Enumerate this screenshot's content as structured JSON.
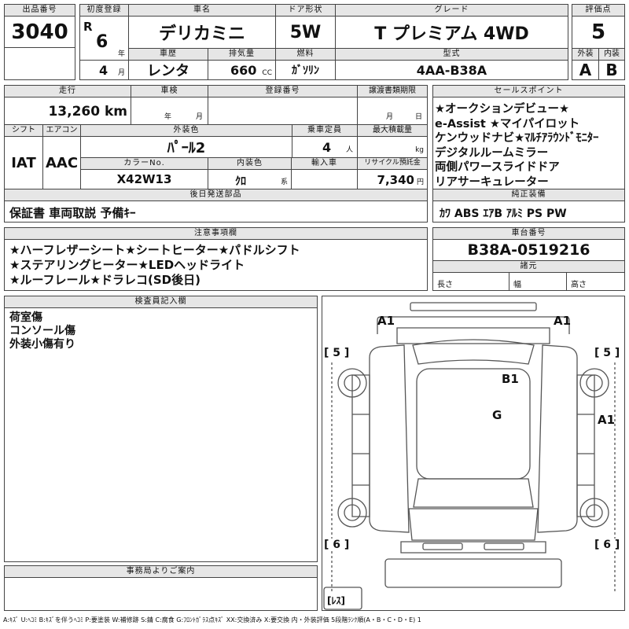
{
  "lot": {
    "label": "出品番号",
    "value": "3040"
  },
  "first_reg": {
    "label": "初度登録",
    "era": "R",
    "year": "6",
    "year_unit": "年",
    "month": "4",
    "month_unit": "月"
  },
  "car_name": {
    "label": "車名",
    "value": "デリカミニ"
  },
  "door": {
    "label": "ドア形状",
    "value": "5W"
  },
  "grade": {
    "label": "グレード",
    "value": "T プレミアム 4WD"
  },
  "score": {
    "label": "評価点",
    "value": "5"
  },
  "history": {
    "label": "車歴",
    "value": "レンタ"
  },
  "displacement": {
    "label": "排気量",
    "value": "660",
    "unit": "CC"
  },
  "fuel": {
    "label": "燃料",
    "value": "ｶﾞｿﾘﾝ"
  },
  "model": {
    "label": "型式",
    "value": "4AA-B38A"
  },
  "exterior_grade": {
    "label": "外装",
    "value": "A"
  },
  "interior_grade": {
    "label": "内装",
    "value": "B"
  },
  "mileage": {
    "label": "走行",
    "value": "13,260 km"
  },
  "inspection": {
    "label": "車検",
    "year_unit": "年",
    "month_unit": "月"
  },
  "reg_no": {
    "label": "登録番号"
  },
  "transfer_doc": {
    "label": "譲渡書類期限",
    "month_unit": "月",
    "day_unit": "日"
  },
  "shift": {
    "label": "シフト",
    "value": "IAT"
  },
  "aircon": {
    "label": "エアコン",
    "value": "AAC"
  },
  "color": {
    "label": "外装色",
    "value": "ﾊﾟｰﾙ2"
  },
  "capacity": {
    "label": "乗車定員",
    "value": "4",
    "unit": "人"
  },
  "max_load": {
    "label": "最大積載量",
    "unit": "kg"
  },
  "color_no": {
    "label": "カラーNo.",
    "value": "X42W13"
  },
  "int_color": {
    "label": "内装色",
    "value": "ｸﾛ",
    "unit": "系"
  },
  "import": {
    "label": "輸入車"
  },
  "recycle": {
    "label": "リサイクル預託金",
    "value": "7,340",
    "unit": "円"
  },
  "later_parts": {
    "label": "後日発送部品",
    "value": "保証書 車両取説 予備ｷｰ"
  },
  "selling_points": {
    "label": "セールスポイント",
    "lines": [
      "★オークションデビュー★",
      "e-Assist ★マイパイロット",
      "ケンウッドナビ★ﾏﾙﾁｱﾗｳﾝﾄﾞﾓﾆﾀｰ",
      "デジタルルームミラー",
      "両側パワースライドドア",
      "リアサーキュレーター"
    ]
  },
  "equipment": {
    "label": "純正装備",
    "value": "ｶﾜ ABS ｴｱB ｱﾙﾐ PS PW"
  },
  "notes": {
    "label": "注意事項欄",
    "lines": [
      "★ハーフレザーシート★シートヒーター★パドルシフト",
      "★ステアリングヒーター★LEDヘッドライト",
      "★ルーフレール★ドラレコ(SD後日)"
    ]
  },
  "chassis": {
    "label": "車台番号",
    "value": "B38A-0519216"
  },
  "specs": {
    "label": "諸元",
    "length": "長さ",
    "width": "幅",
    "height": "高さ"
  },
  "inspector": {
    "label": "検査員記入欄",
    "lines": [
      "荷室傷",
      "コンソール傷",
      "外装小傷有り"
    ]
  },
  "office": {
    "label": "事務局よりご案内"
  },
  "diagram": {
    "marks": {
      "a1_left": "A1",
      "a1_right": "A1",
      "b1": "B1",
      "g": "G",
      "a1_side": "A1"
    },
    "tires": {
      "fl": "[ 5 ]",
      "fr": "[ 5 ]",
      "rl": "[ 6 ]",
      "rr": "[ 6 ]",
      "spare": "[ﾚｽ]"
    }
  },
  "legend": "A:ｷｽﾞ U:ﾍｺﾐ B:ｷｽﾞを伴うﾍｺﾐ P:要塗装 W:補修跡 S:錆 C:腐食 G:ﾌﾛﾝﾄｶﾞﾗｽ点ｷｽﾞ XX:交換済み X:要交換 内・外装評価 5段階ﾗﾝｸ順(A・B・C・D・E) 1"
}
